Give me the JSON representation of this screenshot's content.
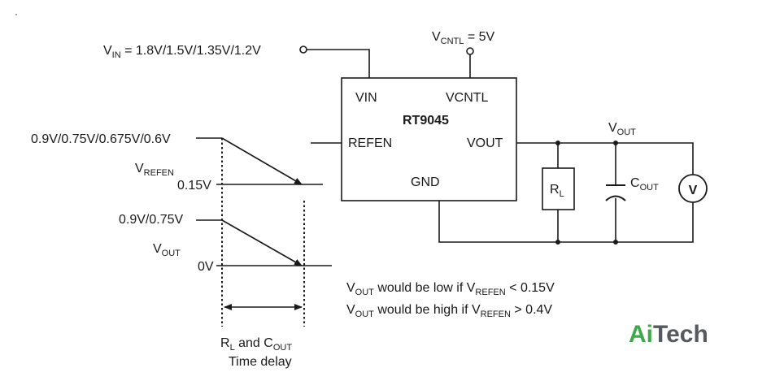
{
  "input": {
    "v": "V",
    "sub": "IN",
    "rest": " = 1.8V/1.5V/1.35V/1.2V"
  },
  "control": {
    "v": "V",
    "sub": "CNTL",
    "rest": " = 5V"
  },
  "ic": {
    "name": "RT9045",
    "pin_vin": "VIN",
    "pin_vcntl": "VCNTL",
    "pin_refen": "REFEN",
    "pin_vout": "VOUT",
    "pin_gnd": "GND"
  },
  "output_node": {
    "v": "V",
    "sub": "OUT"
  },
  "resistor": {
    "r": "R",
    "sub": "L"
  },
  "capacitor": {
    "c": "C",
    "sub": "OUT"
  },
  "voltmeter": "V",
  "timing": {
    "refen_high": "0.9V/0.75V/0.675V/0.6V",
    "refen_name": {
      "v": "V",
      "sub": "REFEN"
    },
    "refen_low": "0.15V",
    "vout_high": "0.9V/0.75V",
    "vout_name": {
      "v": "V",
      "sub": "OUT"
    },
    "vout_low": "0V",
    "delay_line1": {
      "r": "R",
      "r_sub": "L",
      "mid": " and C",
      "c_sub": "OUT"
    },
    "delay_line2": "Time delay"
  },
  "notes": {
    "low": {
      "v": "V",
      "sub": "OUT",
      "mid": " would be low if V",
      "sub2": "REFEN",
      "end": " < 0.15V"
    },
    "high": {
      "v": "V",
      "sub": "OUT",
      "mid": " would be high if V",
      "sub2": "REFEN",
      "end": " > 0.4V"
    }
  },
  "logo": {
    "part1": "Ai",
    "part2": "Tech",
    "color1": "#3fa84a",
    "color2": "#555a5e"
  }
}
